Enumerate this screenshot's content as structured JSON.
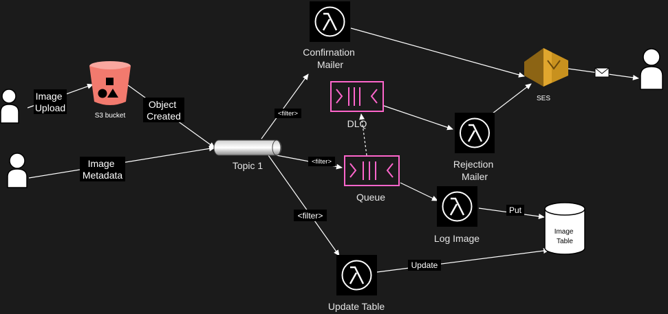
{
  "nodes": {
    "confirmation_mailer": "Confirnation\nMailer",
    "s3_bucket": "S3 bucket",
    "dlq": "DLQ",
    "ses": "SES",
    "topic": "Topic 1",
    "rejection_mailer": "Rejection\nMailer",
    "queue": "Queue",
    "log_image": "Log Image",
    "image_table": "Image\nTable",
    "update_table": "Update Table"
  },
  "edge_labels": {
    "image_upload": "Image\nUpload",
    "object_created": "Object\nCreated",
    "image_metadata": "Image\nMetadata",
    "filter_confirm": "<filter>",
    "filter_queue": "<filter>",
    "filter_update": "<filter>",
    "put": "Put",
    "update": "Update"
  },
  "colors": {
    "lambda_bg": "#000000",
    "lambda_icon": "#ffffff",
    "s3": "#f27a6e",
    "queue": "#ff66cc",
    "ses": "#c8911e",
    "edge": "#ffffff"
  },
  "icons": {
    "lambda": "lambda-icon",
    "user": "user-icon",
    "bucket": "s3-bucket-icon",
    "queue": "queue-icon",
    "ses": "ses-icon",
    "mail": "envelope-icon",
    "database": "database-icon",
    "topic": "topic-cylinder-icon"
  }
}
